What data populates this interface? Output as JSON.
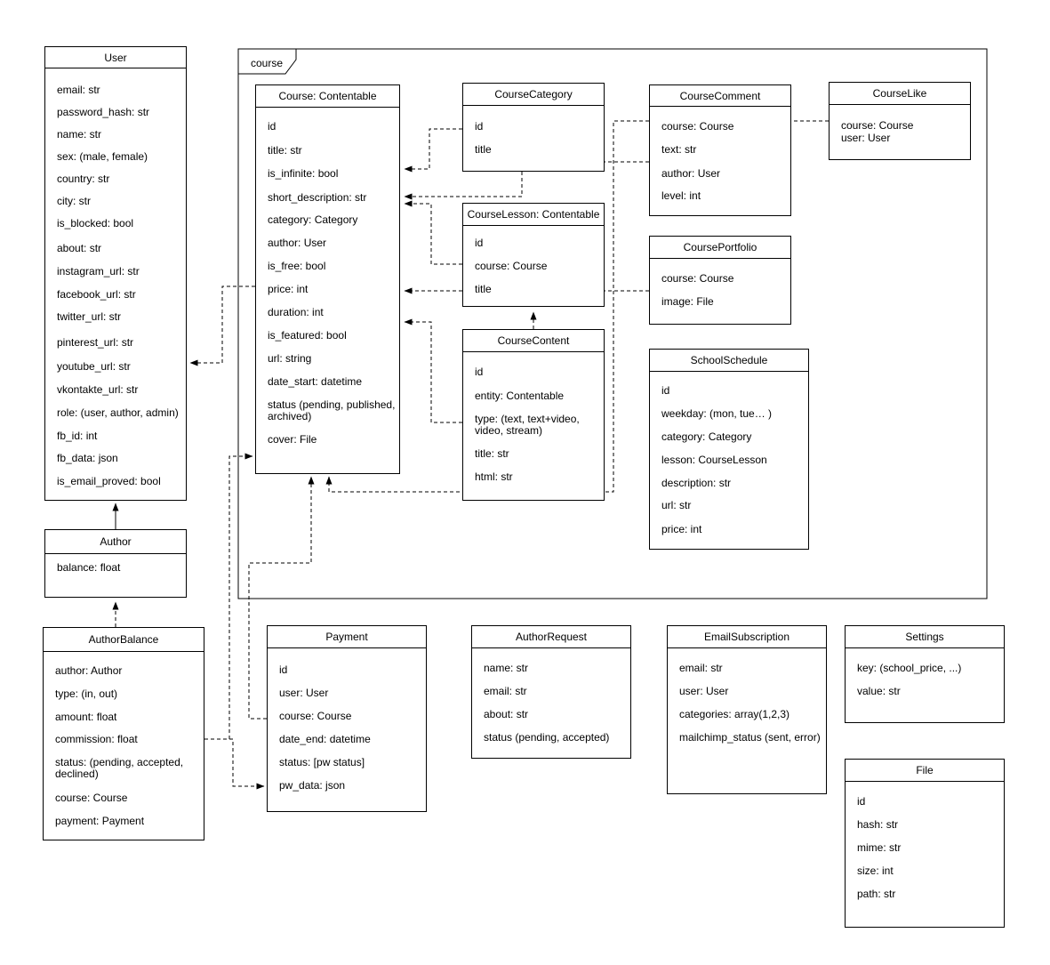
{
  "diagram": {
    "package_label": "course",
    "entities": [
      {
        "id": "user",
        "title": "User",
        "fields": [
          "email: str",
          "password_hash: str",
          "name: str",
          "sex: (male, female)",
          "country: str",
          "city: str",
          "is_blocked: bool",
          "about: str",
          "instagram_url: str",
          "facebook_url: str",
          "twitter_url: str",
          "pinterest_url: str",
          "youtube_url: str",
          "vkontakte_url: str",
          "role: (user, author, admin)",
          "fb_id: int",
          "fb_data: json",
          "is_email_proved: bool"
        ]
      },
      {
        "id": "author",
        "title": "Author",
        "fields": [
          "balance: float"
        ]
      },
      {
        "id": "author_balance",
        "title": "AuthorBalance",
        "fields": [
          "author: Author",
          "type: (in, out)",
          "amount: float",
          "commission: float",
          "status: (pending, accepted,\ndeclined)",
          "course: Course",
          "payment: Payment"
        ]
      },
      {
        "id": "course",
        "title": "Course: Contentable",
        "fields": [
          "id",
          "title: str",
          "is_infinite: bool",
          "short_description: str",
          "category: Category",
          "author: User",
          "is_free: bool",
          "price: int",
          "duration: int",
          "is_featured: bool",
          "url: string",
          "date_start: datetime",
          "status (pending, published,\narchived)",
          "cover: File"
        ]
      },
      {
        "id": "course_category",
        "title": "CourseCategory",
        "fields": [
          "id",
          "title"
        ]
      },
      {
        "id": "course_lesson",
        "title": "CourseLesson: Contentable",
        "fields": [
          "id",
          "course: Course",
          "title"
        ]
      },
      {
        "id": "course_content",
        "title": "CourseContent",
        "fields": [
          "id",
          "entity: Contentable",
          "type: (text, text+video,\nvideo, stream)",
          "title: str",
          "html: str"
        ]
      },
      {
        "id": "course_comment",
        "title": "CourseComment",
        "fields": [
          "course: Course",
          "text: str",
          "author: User",
          "level: int"
        ]
      },
      {
        "id": "course_like",
        "title": "CourseLike",
        "fields": [
          "course: Course",
          "user: User"
        ]
      },
      {
        "id": "course_portfolio",
        "title": "CoursePortfolio",
        "fields": [
          "course: Course",
          "image: File"
        ]
      },
      {
        "id": "school_schedule",
        "title": "SchoolSchedule",
        "fields": [
          "id",
          "weekday: (mon, tue… )",
          "category: Category",
          "lesson: CourseLesson",
          "description: str",
          "url: str",
          "price: int"
        ]
      },
      {
        "id": "payment",
        "title": "Payment",
        "fields": [
          "id",
          "user: User",
          "course: Course",
          "date_end: datetime",
          "status: [pw status]",
          "pw_data: json"
        ]
      },
      {
        "id": "author_request",
        "title": "AuthorRequest",
        "fields": [
          "name: str",
          "email: str",
          "about: str",
          "status (pending, accepted)"
        ]
      },
      {
        "id": "email_subscription",
        "title": "EmailSubscription",
        "fields": [
          "email: str",
          "user: User",
          "categories: array(1,2,3)",
          "mailchimp_status (sent, error)"
        ]
      },
      {
        "id": "settings",
        "title": "Settings",
        "fields": [
          "key: (school_price, ...)",
          "value: str"
        ]
      },
      {
        "id": "file",
        "title": "File",
        "fields": [
          "id",
          "hash: str",
          "mime: str",
          "size: int",
          "path: str"
        ]
      }
    ],
    "relations": [
      {
        "from": "Author",
        "to": "User",
        "type": "extends"
      },
      {
        "from": "AuthorBalance",
        "to": "Author",
        "type": "ref"
      },
      {
        "from": "Course",
        "to": "User",
        "type": "ref"
      },
      {
        "from": "CourseCategory",
        "to": "Course",
        "type": "ref"
      },
      {
        "from": "CourseComment",
        "to": "Course",
        "type": "ref"
      },
      {
        "from": "CourseLesson",
        "to": "Course",
        "type": "ref"
      },
      {
        "from": "CoursePortfolio",
        "to": "Course",
        "type": "ref"
      },
      {
        "from": "CourseContent",
        "to": "Course",
        "type": "ref"
      },
      {
        "from": "CourseContent",
        "to": "CourseLesson",
        "type": "ref"
      },
      {
        "from": "CourseLike",
        "to": "Course",
        "type": "ref"
      },
      {
        "from": "Payment",
        "to": "Course",
        "type": "ref"
      },
      {
        "from": "AuthorBalance",
        "to": "Course",
        "type": "ref"
      },
      {
        "from": "AuthorBalance",
        "to": "Payment",
        "type": "ref"
      }
    ]
  }
}
